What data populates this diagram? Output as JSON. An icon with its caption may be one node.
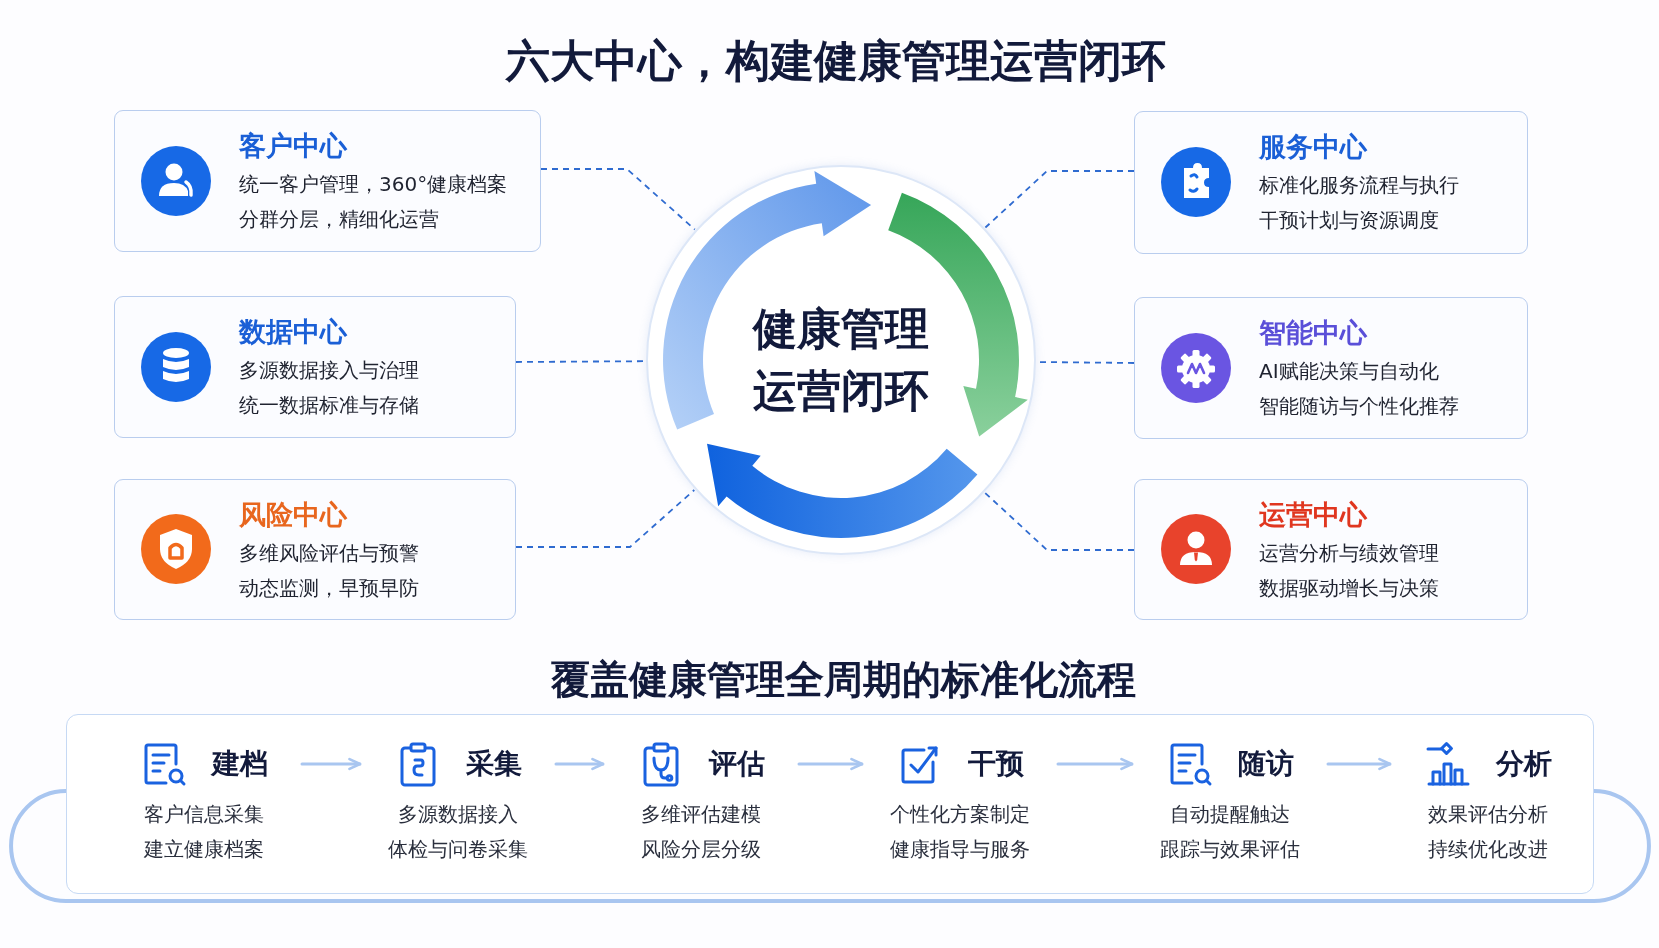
{
  "diagram": {
    "title": "六大中心，构建健康管理运营闭环",
    "nodes": [
      {
        "text": [
          "健康管理运营闭环"
        ]
      },
      {
        "text": [
          "客户中心",
          "统一客户管理，360°健康档案",
          "分群分层，精细化运营"
        ]
      },
      {
        "text": [
          "数据中心",
          "多源数据接入与治理",
          "统一数据标准与存储"
        ]
      },
      {
        "text": [
          "风险中心",
          "多维风险评估与预警",
          "动态监测，早预早防"
        ]
      },
      {
        "text": [
          "服务中心",
          "标准化服务流程与执行",
          "干预计划与资源调度"
        ]
      },
      {
        "text": [
          "智能中心",
          "AI赋能决策与自动化",
          "智能随访与个性化推荐"
        ]
      },
      {
        "text": [
          "运营中心",
          "运营分析与绩效管理",
          "数据驱动增长与决策"
        ]
      },
      {
        "text": [
          "覆盖健康管理全周期的标准化流程"
        ]
      },
      {
        "text": [
          "建档",
          "客户信息采集",
          "建立健康档案"
        ],
        "in": 7
      },
      {
        "text": [
          "采集",
          "多源数据接入",
          "体检与问卷采集"
        ],
        "in": 7
      },
      {
        "text": [
          "评估",
          "多维评估建模",
          "风险分层分级"
        ],
        "in": 7
      },
      {
        "text": [
          "干预",
          "个性化方案制定",
          "健康指导与服务"
        ],
        "in": 7
      },
      {
        "text": [
          "随访",
          "自动提醒触达",
          "跟踪与效果评估"
        ],
        "in": 7
      },
      {
        "text": [
          "分析",
          "效果评估分析",
          "持续优化改进"
        ],
        "in": 7
      }
    ],
    "edges": [
      {
        "from": 1,
        "to": 0,
        "arrow": "none",
        "style": "dashed"
      },
      {
        "from": 2,
        "to": 0,
        "arrow": "none",
        "style": "dashed"
      },
      {
        "from": 3,
        "to": 0,
        "arrow": "none",
        "style": "dashed"
      },
      {
        "from": 4,
        "to": 0,
        "arrow": "none",
        "style": "dashed"
      },
      {
        "from": 5,
        "to": 0,
        "arrow": "none",
        "style": "dashed"
      },
      {
        "from": 6,
        "to": 0,
        "arrow": "none",
        "style": "dashed"
      },
      {
        "from": 8,
        "to": 9,
        "arrow": "to",
        "color": "#a9c6f0"
      },
      {
        "from": 9,
        "to": 10,
        "arrow": "to",
        "color": "#a9c6f0"
      },
      {
        "from": 10,
        "to": 11,
        "arrow": "to",
        "color": "#a9c6f0"
      },
      {
        "from": 11,
        "to": 12,
        "arrow": "to",
        "color": "#a9c6f0"
      },
      {
        "from": 12,
        "to": 13,
        "arrow": "to",
        "color": "#a9c6f0"
      }
    ]
  }
}
